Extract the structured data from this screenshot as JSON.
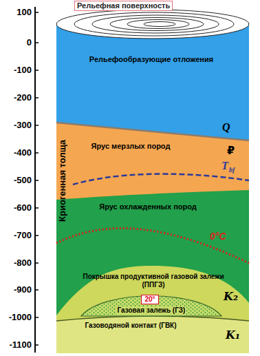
{
  "diagram": {
    "title": "Рельефная поверхность",
    "nodes": [
      {
        "text": [
          "Рельефообразующие отложения"
        ]
      },
      {
        "text": [
          "Ярус мерзлых пород"
        ]
      },
      {
        "text": [
          "Ярус охлажденных пород"
        ]
      },
      {
        "text": [
          "Покрышка продуктивной газовой залежи (ППГЗ)"
        ]
      },
      {
        "text": [
          "Газовая залежь (ГЗ)"
        ],
        "in": 3
      },
      {
        "text": [
          "20°"
        ],
        "in": 4
      },
      {
        "text": [
          "Газоводяной контакт (ГВК)"
        ]
      }
    ],
    "labels": [
      "100",
      "0",
      "-100",
      "-200",
      "-300",
      "-400",
      "-500",
      "-600",
      "-700",
      "-800",
      "-900",
      "-1000",
      "-1100",
      "Криогенная толща",
      "Q",
      "₽",
      "T",
      "bf",
      "0°C",
      "K₂",
      "K₁"
    ]
  }
}
